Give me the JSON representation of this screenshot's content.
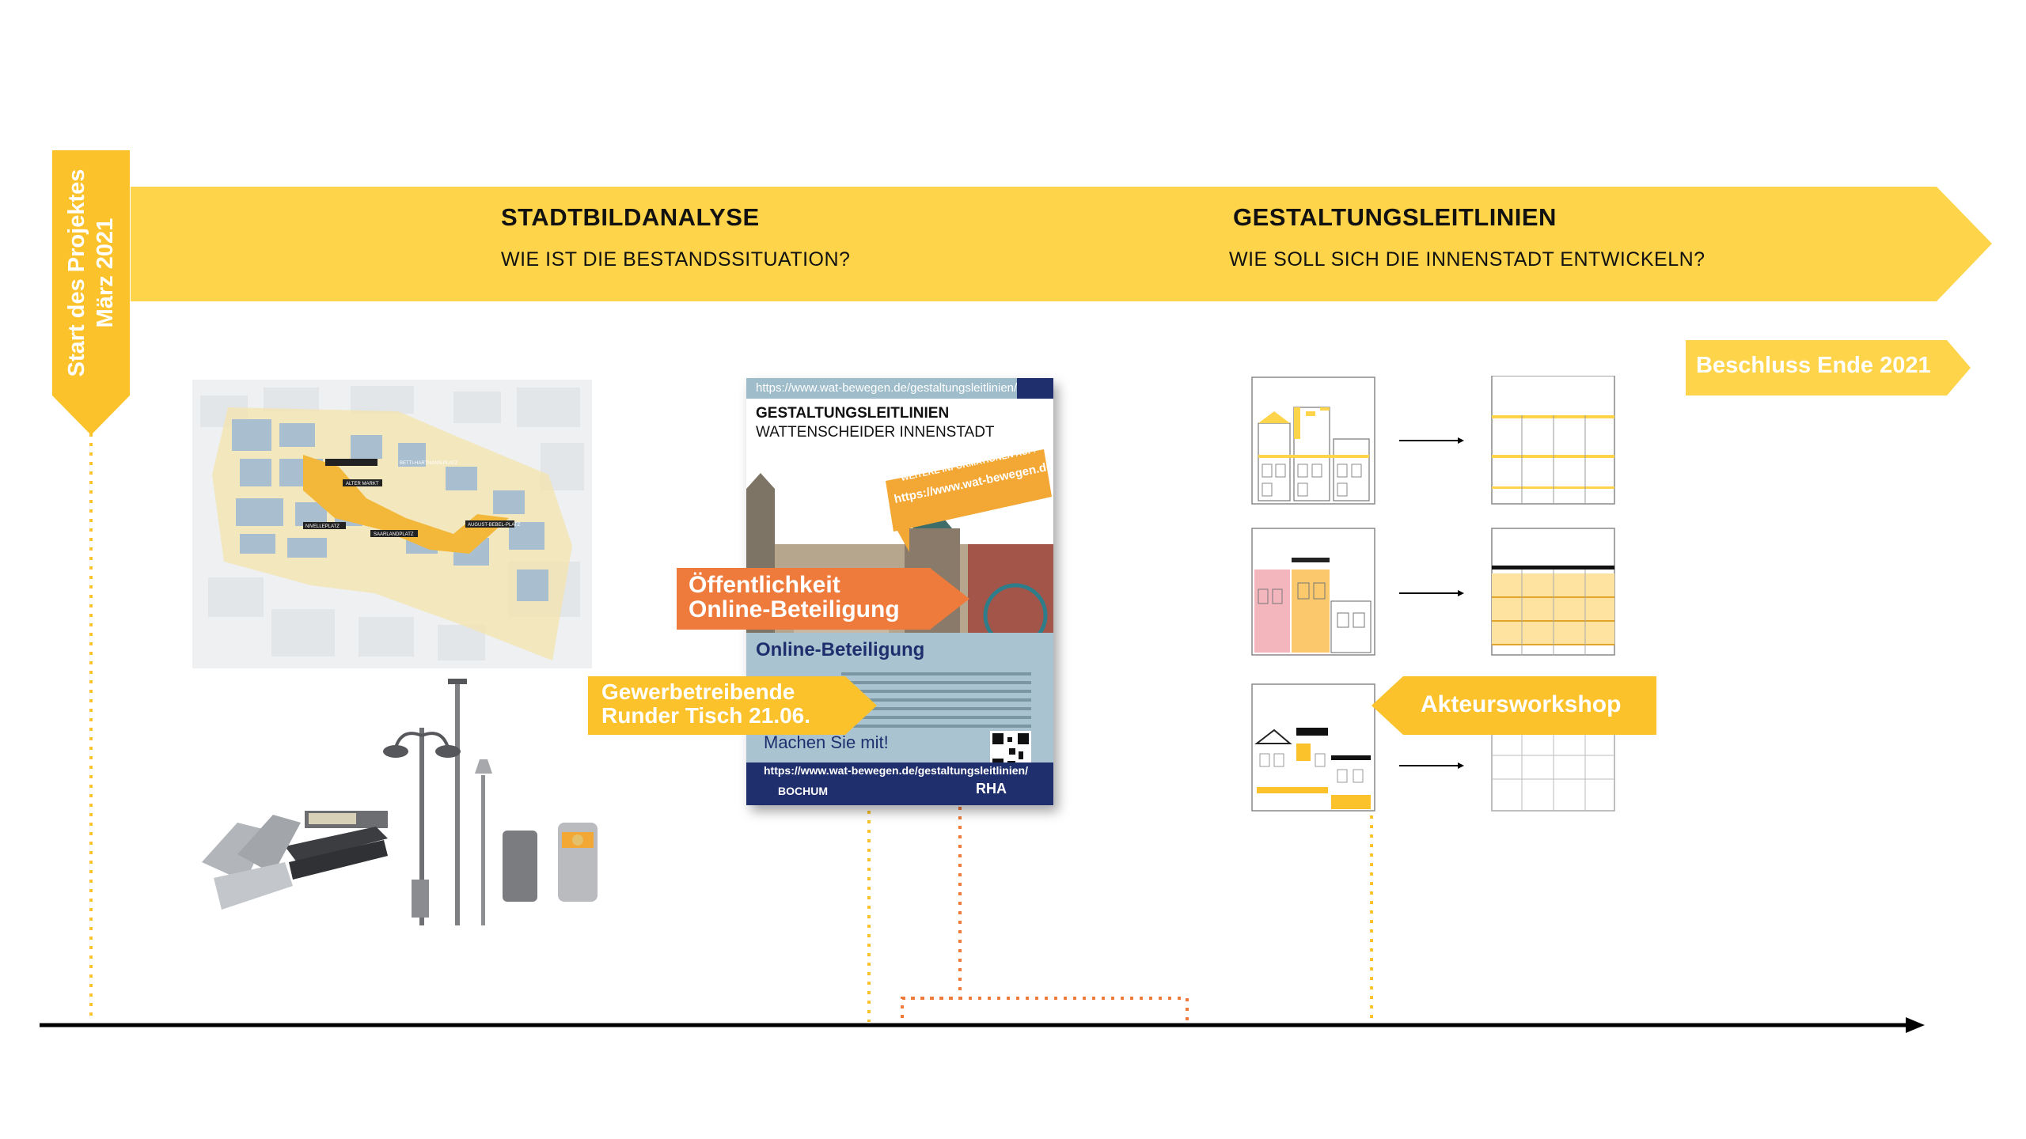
{
  "start": {
    "line1": "Start des Projektes",
    "line2": "März 2021"
  },
  "phase_analysis": {
    "title": "STADTBILDANALYSE",
    "subtitle": "WIE IST DIE BESTANDSSITUATION?"
  },
  "phase_guidelines": {
    "title": "GESTALTUNGSLEITLINIEN",
    "subtitle": "WIE SOLL SICH DIE INNENSTADT ENTWICKELN?"
  },
  "beschluss": "Beschluss Ende 2021",
  "map_labels": {
    "betti": "BETTI-HARTMANN-PLATZ",
    "alter_markt": "ALTER MARKT",
    "nivelle": "NIVELLEPLATZ",
    "saarland": "SAARLANDPLATZ",
    "august": "AUGUST-BEBEL-PLATZ"
  },
  "poster": {
    "url_top": "https://www.wat-bewegen.de/gestaltungsleitlinien/",
    "title1": "GESTALTUNGSLEITLINIEN",
    "title2": "WATTENSCHEIDER INNENSTADT",
    "bubble_head": "WEITERE INFORMATIONEN AUF:",
    "bubble_url": "https://www.wat-bewegen.de/ gestaltungsleitlinien/",
    "online": "Online-Beteiligung",
    "mach": "Machen Sie mit!",
    "url_bottom": "https://www.wat-bewegen.de/gestaltungsleitlinien/",
    "logo1": "BOCHUM",
    "logo2": "RHA"
  },
  "tag_public": {
    "line1": "Öffentlichkeit",
    "line2": "Online-Beteiligung"
  },
  "tag_business": {
    "line1": "Gewerbetreibende",
    "line2": "Runder Tisch 21.06."
  },
  "tag_workshop": "Akteursworkshop",
  "colors": {
    "yellow": "#fdd44a",
    "label_yellow": "#fbc22b",
    "orange": "#ee7b3c",
    "navy": "#1f2f6e",
    "axis": "#000000"
  }
}
